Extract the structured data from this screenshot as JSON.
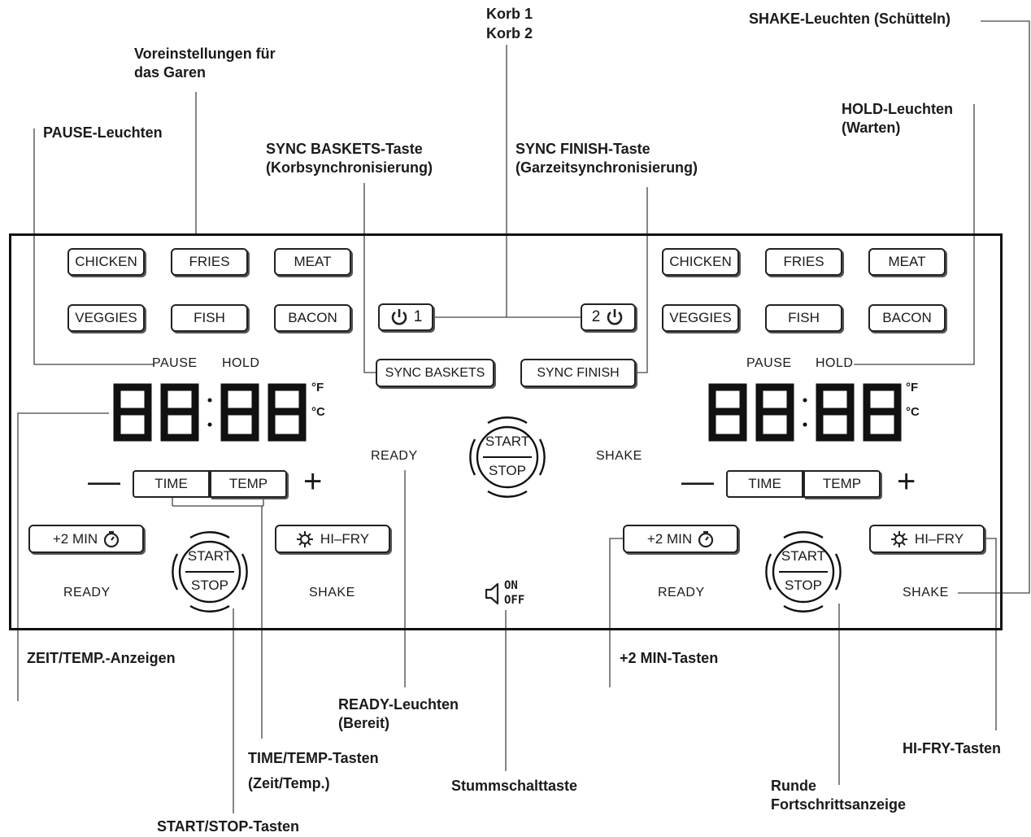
{
  "callouts": {
    "korb_1": "Korb 1",
    "korb_2": "Korb 2",
    "shake_lights": "SHAKE-Leuchten (Schütteln)",
    "presets_1": "Voreinstellungen für",
    "presets_2": "das Garen",
    "hold_lights_1": "HOLD-Leuchten",
    "hold_lights_2": "(Warten)",
    "pause_lights": "PAUSE-Leuchten",
    "sync_baskets_1": "SYNC BASKETS-Taste",
    "sync_baskets_2": "(Korbsynchronisierung)",
    "sync_finish_1": "SYNC FINISH-Taste",
    "sync_finish_2": "(Garzeitsynchronisierung)",
    "time_temp_displays": "ZEIT/TEMP.-Anzeigen",
    "plus2min_buttons": "+2 MIN-Tasten",
    "ready_lights_1": "READY-Leuchten",
    "ready_lights_2": "(Bereit)",
    "hifry_buttons": "HI-FRY-Tasten",
    "time_temp_buttons_1": "TIME/TEMP-Tasten",
    "time_temp_buttons_2": "(Zeit/Temp.)",
    "mute_button": "Stummschalttaste",
    "progress_1": "Runde",
    "progress_2": "Fortschrittsanzeige",
    "start_stop_buttons": "START/STOP-Tasten"
  },
  "panel": {
    "presets": [
      "CHICKEN",
      "FRIES",
      "MEAT",
      "VEGGIES",
      "FISH",
      "BACON"
    ],
    "pause": "PAUSE",
    "hold": "HOLD",
    "display": "88:88",
    "unit_f": "°F",
    "unit_c": "°C",
    "minus": "—",
    "plus": "+",
    "time": "TIME",
    "temp": "TEMP",
    "plus2min": "+2 MIN",
    "hifry": "HI–FRY",
    "start": "START",
    "stop": "STOP",
    "ready": "READY",
    "shake": "SHAKE",
    "zone1": "1",
    "zone2": "2",
    "sync_baskets": "SYNC BASKETS",
    "sync_finish": "SYNC FINISH",
    "mute_on": "ON",
    "mute_off": "OFF"
  }
}
